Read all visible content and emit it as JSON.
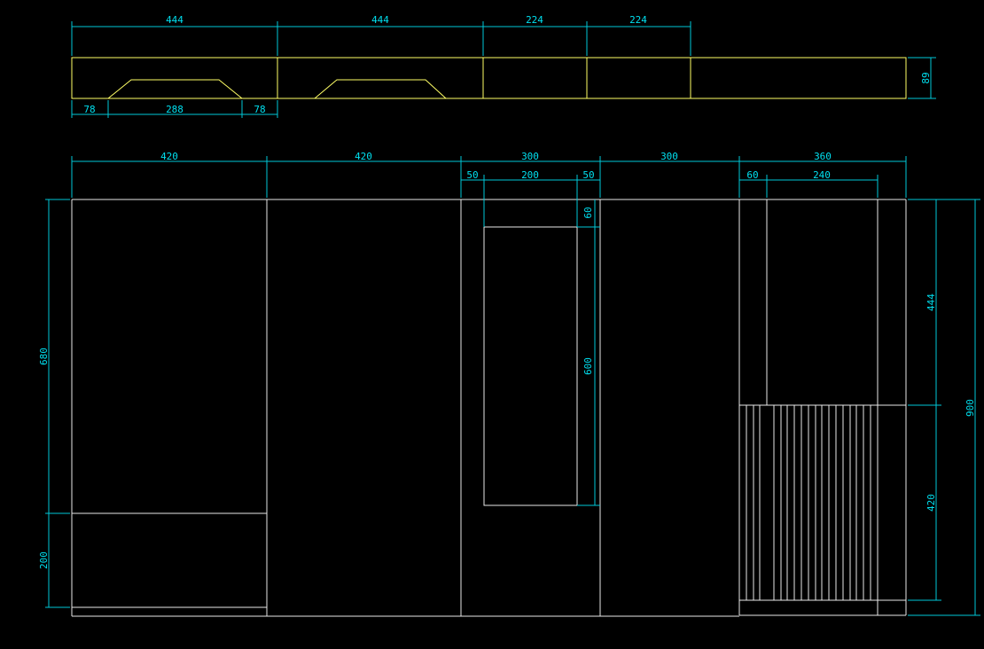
{
  "colors": {
    "background": "#000000",
    "outline": "#e8e8e8",
    "plan_outline": "#ffff66",
    "dimension": "#00c8d8"
  },
  "plan_view": {
    "top_dims": [
      "444",
      "444",
      "224",
      "224"
    ],
    "bottom_dims": [
      "78",
      "288",
      "78"
    ],
    "height_dim": "89"
  },
  "elevation": {
    "top_dims": [
      "420",
      "420",
      "300",
      "300",
      "360"
    ],
    "mirror_dims": [
      "50",
      "200",
      "50"
    ],
    "mirror_top_dim": "60",
    "mirror_height_dim": "600",
    "right_cabinet_dims": [
      "60",
      "240"
    ],
    "left_dims": [
      "680",
      "200"
    ],
    "right_dims": [
      "444",
      "420"
    ],
    "overall_height": "900"
  }
}
